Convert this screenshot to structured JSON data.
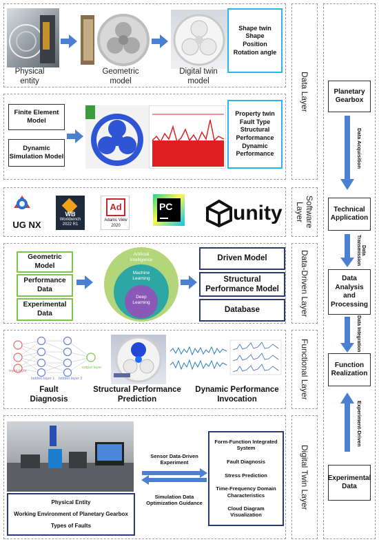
{
  "layers": {
    "data": "Data Layer",
    "software": "Software Layer",
    "data_driven": "Data-Driven Layer",
    "functional": "Functional Layer",
    "digital_twin": "Digital Twin Layer"
  },
  "row1": {
    "physical": "Physical entity",
    "geometric": "Geometric model",
    "digital": "Digital twin model",
    "shape_twin": [
      "Shape twin",
      "Shape",
      "Position",
      "Rotation angle"
    ]
  },
  "row2": {
    "fem": "Finite Element Model",
    "dynamic": "Dynamic Simulation Model",
    "property_twin": [
      "Property twin",
      "Fault Type",
      "Structural",
      "Performance",
      "Dynamic",
      "Performance"
    ]
  },
  "software": {
    "ugnx": "UG NX",
    "wb_text": "WB",
    "wb_sub": "Workbench",
    "wb_year": "2022 R1",
    "adams": "Ad",
    "adams_sub": "Adams View",
    "adams_year": "2020",
    "pc": "PC",
    "unity": "unity"
  },
  "data_driven": {
    "inputs": [
      "Geometric Model",
      "Performance Data",
      "Experimental Data"
    ],
    "circles": [
      "Artificial Intelligence",
      "Machine Learning",
      "Deep Learning"
    ],
    "outputs": [
      "Driven Model",
      "Structural Performance Model",
      "Database"
    ]
  },
  "functional": {
    "nn_labels": [
      "input layer",
      "hidden layer 1",
      "hidden layer 2",
      "output layer"
    ],
    "captions": [
      "Fault Diagnosis",
      "Structural Performance Prediction",
      "Dynamic Performance Invocation"
    ]
  },
  "digital_twin": {
    "left_list": [
      "Physical Entity",
      "Working Environment of Planetary Gearbox",
      "Types of Faults"
    ],
    "right_list": [
      "Form-Function Integrated System",
      "Fault Diagnosis",
      "Stress Prediction",
      "Time-Frequency Domain Characteristics",
      "Cloud Diagram Visualization"
    ],
    "arrow_top": "Sensor Data-Driven Experiment",
    "arrow_bottom": "Simulation Data Optimization Guidance"
  },
  "right_column": {
    "nodes": [
      "Planetary Gearbox",
      "Technical Application",
      "Data Analysis and Processing",
      "Function Realization",
      "Experimental Data"
    ],
    "arrows": [
      "Data Acquisition",
      "Data Transmission",
      "Data Integration",
      "Experiment-Driven"
    ]
  },
  "colors": {
    "arrow": "#4a7fd1",
    "cyan": "#29b6e8",
    "green": "#7cc44e",
    "navy": "#2b3a6e"
  }
}
